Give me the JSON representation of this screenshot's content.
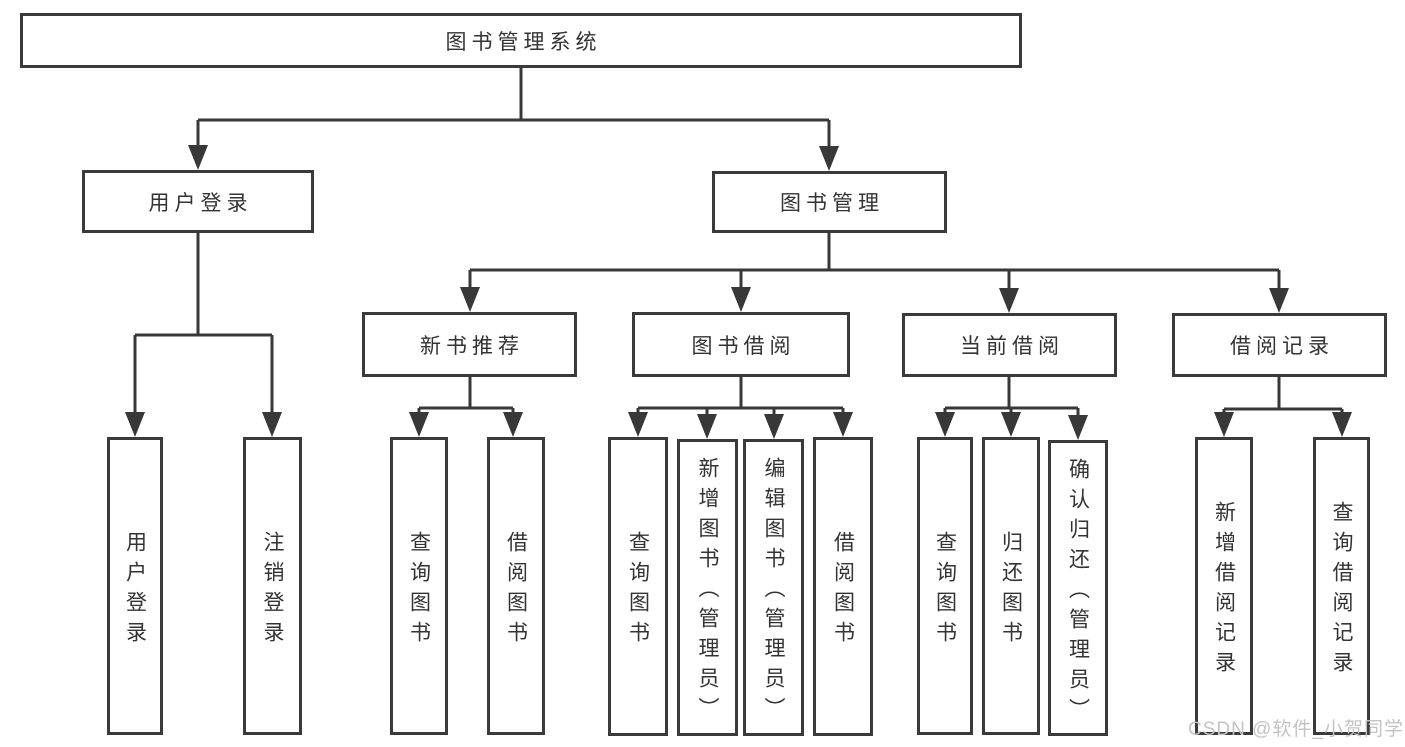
{
  "diagram": {
    "root": {
      "label": "图书管理系统"
    },
    "branches": [
      {
        "label": "用户登录",
        "children": [
          {
            "label": "用户登录"
          },
          {
            "label": "注销登录"
          }
        ]
      },
      {
        "label": "图书管理",
        "children": [
          {
            "label": "新书推荐",
            "children": [
              {
                "label": "查询图书"
              },
              {
                "label": "借阅图书"
              }
            ]
          },
          {
            "label": "图书借阅",
            "children": [
              {
                "label": "查询图书"
              },
              {
                "label": "新增图书（管理员）"
              },
              {
                "label": "编辑图书（管理员）"
              },
              {
                "label": "借阅图书"
              }
            ]
          },
          {
            "label": "当前借阅",
            "children": [
              {
                "label": "查询图书"
              },
              {
                "label": "归还图书"
              },
              {
                "label": "确认归还（管理员）"
              }
            ]
          },
          {
            "label": "借阅记录",
            "children": [
              {
                "label": "新增借阅记录"
              },
              {
                "label": "查询借阅记录"
              }
            ]
          }
        ]
      }
    ]
  },
  "watermark": {
    "text": "CSDN @软件_小贺同学"
  },
  "colors": {
    "line": "#383838",
    "border": "#3a3a3a",
    "text": "#333333",
    "watermark": "#c3c3c3",
    "background": "#ffffff"
  }
}
